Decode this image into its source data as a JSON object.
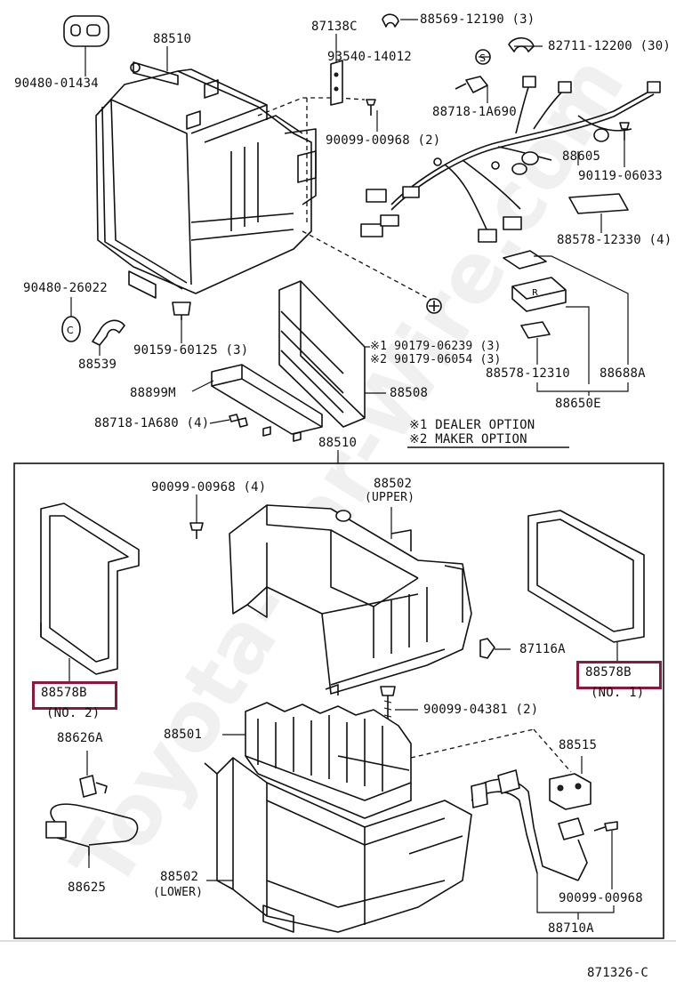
{
  "watermark": "Toyota-Car-Wire.com",
  "diagram_code": "871326-C",
  "upper_section": {
    "labels": {
      "p90480_01434": "90480-01434",
      "p88510_top": "88510",
      "p87138c": "87138C",
      "p88569_12190": "88569-12190 (3)",
      "p82711_12200": "82711-12200 (30)",
      "p93540_14012": "93540-14012",
      "p88718_1a690": "88718-1A690",
      "p90099_00968_2": "90099-00968 (2)",
      "p88605": "88605",
      "p90119_06033": "90119-06033",
      "p88578_12330": "88578-12330 (4)",
      "p90480_26022": "90480-26022",
      "p88539": "88539",
      "p90159_60125": "90159-60125 (3)",
      "p190179_06239": "※1 90179-06239 (3)",
      "p290179_06054": "※2 90179-06054 (3)",
      "p88578_12310": "88578-12310",
      "p88688a": "88688A",
      "p88650e": "88650E",
      "p88899m": "88899M",
      "p88508": "88508",
      "p88718_1a680": "88718-1A680 (4)"
    },
    "notes": [
      "※1 DEALER OPTION",
      "※2 MAKER OPTION"
    ]
  },
  "lower_section": {
    "assembly_label": "88510",
    "labels": {
      "p90099_00968_4": "90099-00968 (4)",
      "p88502_upper": "88502",
      "p88502_upper_sub": "(UPPER)",
      "p88578b_left": "88578B",
      "p88578b_left_sub": "(NO. 2)",
      "p88578b_right": "88578B",
      "p88578b_right_sub": "(NO. 1)",
      "p87116a": "87116A",
      "p90099_04381": "90099-04381 (2)",
      "p88626a": "88626A",
      "p88501": "88501",
      "p88515": "88515",
      "p88625": "88625",
      "p88502_lower": "88502",
      "p88502_lower_sub": "(LOWER)",
      "p90099_00968_r": "90099-00968",
      "p88710a": "88710A"
    }
  },
  "highlight_color": "#8b1a3a"
}
